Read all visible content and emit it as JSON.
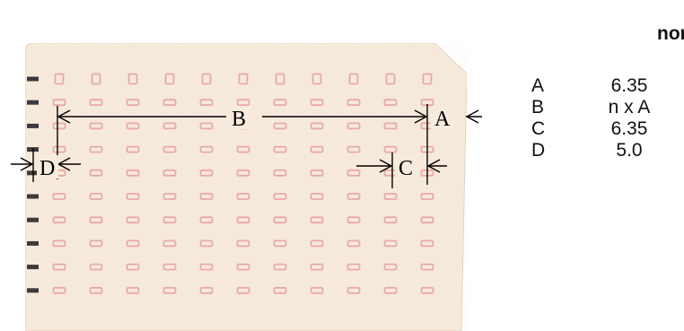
{
  "card": {
    "labels": {
      "A": "A",
      "B": "B",
      "C": "C",
      "D": "D"
    },
    "hole_grid": {
      "rows": 10,
      "cols": 11
    },
    "colors": {
      "paper": "#f7ebde",
      "hole": "#e8a8a8",
      "edge_mark": "#3b3b3b"
    }
  },
  "norm": {
    "title": "norm.",
    "rows": [
      {
        "key": "A",
        "value": "6.35"
      },
      {
        "key": "B",
        "value": "n x A"
      },
      {
        "key": "C",
        "value": "6.35"
      },
      {
        "key": "D",
        "value": "5.0"
      }
    ]
  }
}
